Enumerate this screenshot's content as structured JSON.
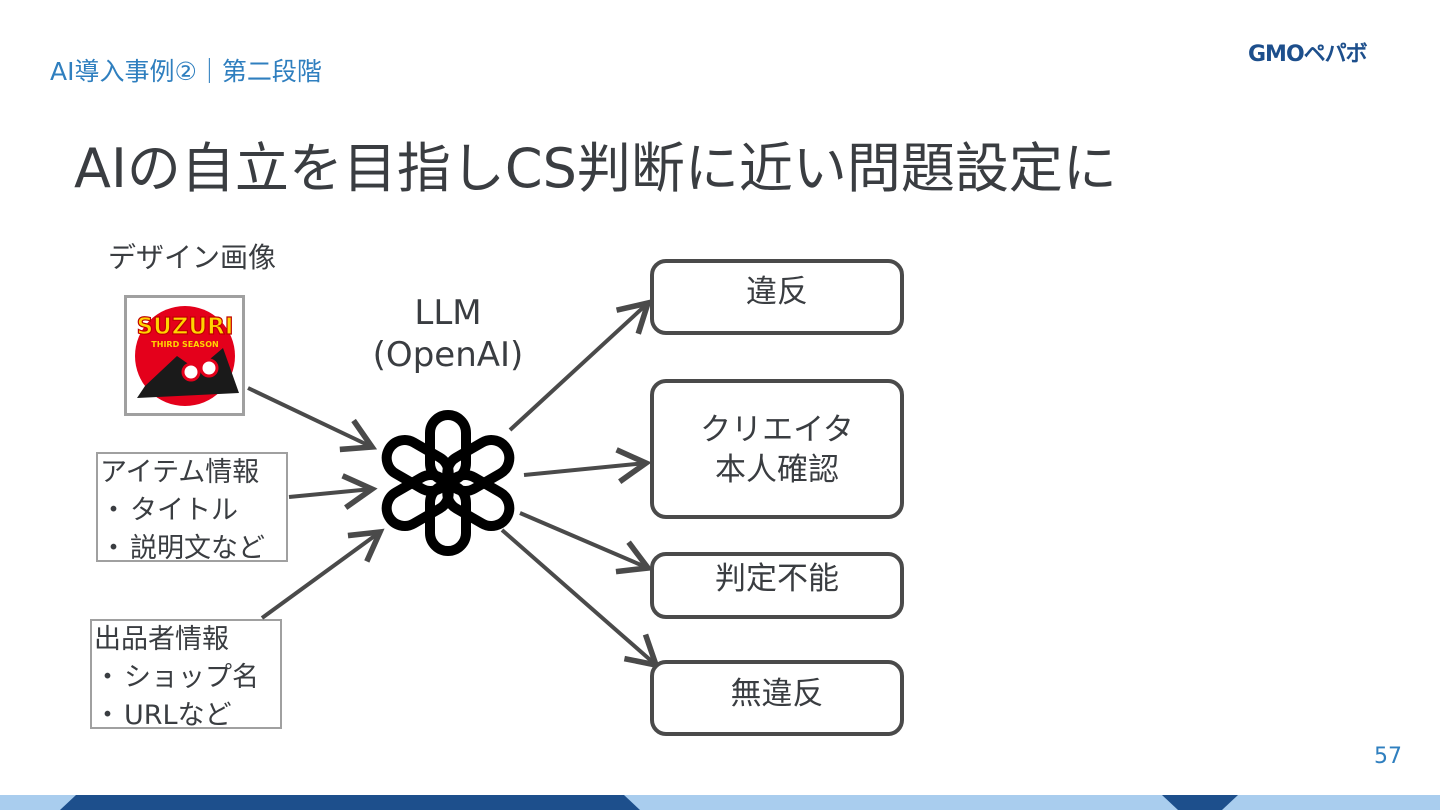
{
  "header": {
    "section_label": "AI導入事例②｜第二段階",
    "logo_text": "GMOペパボ"
  },
  "title": "AIの自立を目指しCS判断に近い問題設定に",
  "inputs": {
    "design_label": "デザイン画像",
    "design_image_text": [
      "SUZURI",
      "THIRD SEASON"
    ],
    "item_info": {
      "heading": "アイテム情報",
      "bullets": [
        "タイトル",
        "説明文など"
      ]
    },
    "seller_info": {
      "heading": "出品者情報",
      "bullets": [
        "ショップ名",
        "URLなど"
      ]
    },
    "bullet_char": "・"
  },
  "llm": {
    "line1": "LLM",
    "line2": "(OpenAI)",
    "icon": "openai-logo-icon"
  },
  "outputs": [
    {
      "lines": [
        "違反"
      ]
    },
    {
      "lines": [
        "クリエイタ",
        "本人確認"
      ]
    },
    {
      "lines": [
        "判定不能"
      ]
    },
    {
      "lines": [
        "無違反"
      ]
    }
  ],
  "page_number": "57",
  "colors": {
    "accent_blue": "#2f7fbf",
    "title_text": "#3a3d41",
    "box_border": "#4a4a4a",
    "input_border": "#a0a0a0",
    "footer_dark": "#1d4f8c",
    "footer_light": "#a9cdee"
  }
}
